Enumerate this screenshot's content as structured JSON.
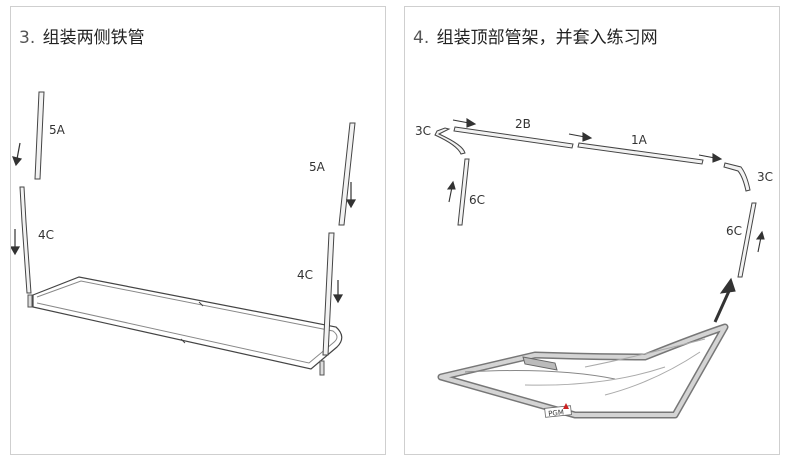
{
  "steps": [
    {
      "number": "3.",
      "title": "组装两侧铁管",
      "labels": {
        "left_top": "5A",
        "left_bottom": "4C",
        "right_top": "5A",
        "right_bottom": "4C"
      }
    },
    {
      "number": "4.",
      "title": "组装顶部管架，并套入练习网",
      "labels": {
        "c_left": "3C",
        "b_top": "2B",
        "a_top": "1A",
        "c_right": "3C",
        "six_left": "6C",
        "six_right": "6C"
      },
      "brand_text": "PGM"
    }
  ]
}
